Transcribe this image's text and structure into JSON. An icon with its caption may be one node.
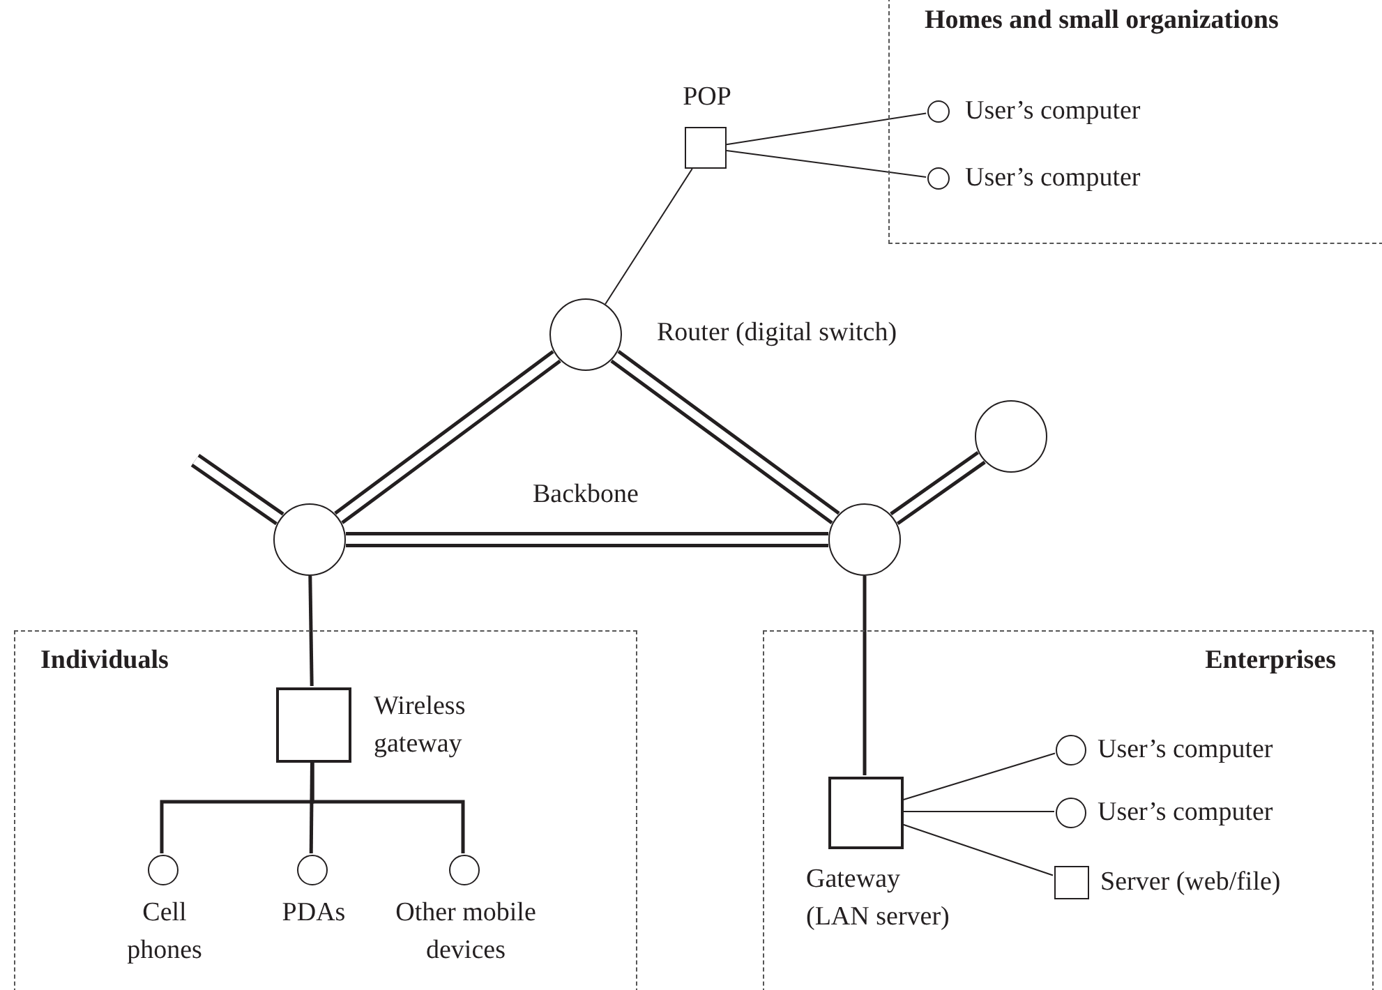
{
  "diagram": {
    "nodes": [
      {
        "text": [
          "Homes and small organizations"
        ]
      },
      {
        "text": [],
        "shape": "box",
        "beside": [
          "POP"
        ]
      },
      {
        "text": [],
        "shape": "circle",
        "in": 0,
        "beside": [
          "User’s computer"
        ]
      },
      {
        "text": [],
        "shape": "circle",
        "in": 0,
        "beside": [
          "User’s computer"
        ]
      },
      {
        "text": [],
        "shape": "circle",
        "beside": [
          "Router (digital switch)"
        ]
      },
      {
        "text": [],
        "shape": "circle"
      },
      {
        "text": [],
        "shape": "circle"
      },
      {
        "text": [],
        "shape": "circle"
      },
      {
        "text": [
          "Individuals"
        ]
      },
      {
        "text": [],
        "shape": "box",
        "in": 8,
        "beside": [
          "Wireless gateway"
        ]
      },
      {
        "text": [],
        "shape": "circle",
        "in": 8,
        "beside": [
          "Cell phones"
        ]
      },
      {
        "text": [],
        "shape": "circle",
        "in": 8,
        "beside": [
          "PDAs"
        ]
      },
      {
        "text": [],
        "shape": "circle",
        "in": 8,
        "beside": [
          "Other mobile devices"
        ]
      },
      {
        "text": [
          "Enterprises"
        ]
      },
      {
        "text": [],
        "shape": "box",
        "in": 13,
        "beside": [
          "Gateway (LAN server)"
        ]
      },
      {
        "text": [],
        "shape": "circle",
        "in": 13,
        "beside": [
          "User’s computer"
        ]
      },
      {
        "text": [],
        "shape": "circle",
        "in": 13,
        "beside": [
          "User’s computer"
        ]
      },
      {
        "text": [],
        "shape": "box",
        "in": 13,
        "beside": [
          "Server (web/file)"
        ]
      }
    ],
    "edges": [
      {
        "from": 1,
        "to": 2,
        "arrow": "none"
      },
      {
        "from": 1,
        "to": 3,
        "arrow": "none"
      },
      {
        "from": 4,
        "to": 1,
        "arrow": "none"
      },
      {
        "from": 4,
        "to": 5,
        "arrow": "none",
        "style": "thick"
      },
      {
        "from": 4,
        "to": 6,
        "arrow": "none",
        "style": "thick"
      },
      {
        "from": 5,
        "to": 6,
        "arrow": "none",
        "style": "thick",
        "label": "Backbone"
      },
      {
        "from": 6,
        "to": 7,
        "arrow": "none",
        "style": "thick"
      },
      {
        "from": null,
        "to": 5,
        "arrow": "none",
        "style": "thick"
      },
      {
        "from": 5,
        "to": 9,
        "arrow": "none"
      },
      {
        "from": 9,
        "to": 10,
        "arrow": "none"
      },
      {
        "from": 9,
        "to": 11,
        "arrow": "none"
      },
      {
        "from": 9,
        "to": 12,
        "arrow": "none"
      },
      {
        "from": 6,
        "to": 14,
        "arrow": "none"
      },
      {
        "from": 14,
        "to": 15,
        "arrow": "none"
      },
      {
        "from": 14,
        "to": 16,
        "arrow": "none"
      },
      {
        "from": 14,
        "to": 17,
        "arrow": "none"
      }
    ]
  }
}
